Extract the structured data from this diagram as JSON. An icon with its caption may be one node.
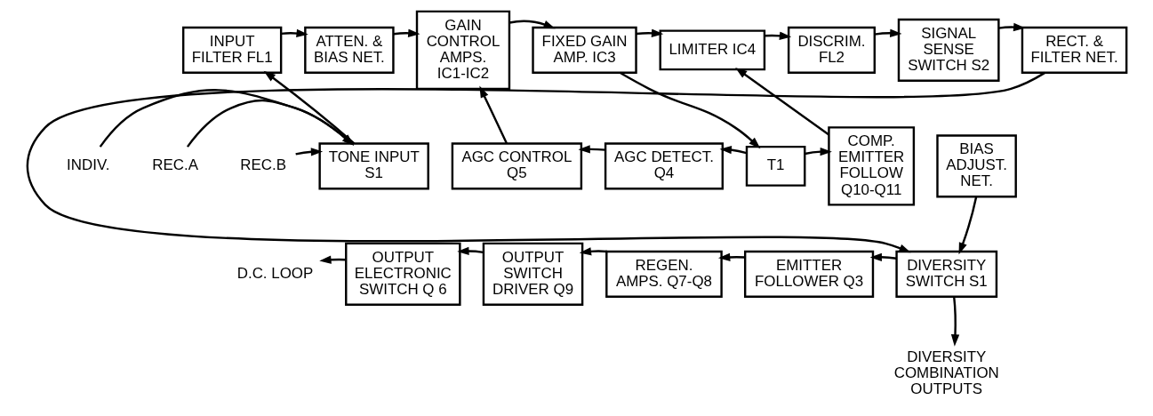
{
  "diagram": {
    "nodes": [
      {
        "text": [
          "INPUT FILTER FL1"
        ]
      },
      {
        "text": [
          "ATTEN. & BIAS NET."
        ]
      },
      {
        "text": [
          "GAIN CONTROL AMPS. IC1-IC2"
        ]
      },
      {
        "text": [
          "FIXED GAIN AMP. IC3"
        ]
      },
      {
        "text": [
          "LIMITER IC4"
        ]
      },
      {
        "text": [
          "DISCRIM. FL2"
        ]
      },
      {
        "text": [
          "SIGNAL SENSE SWITCH S2"
        ]
      },
      {
        "text": [
          "RECT. & FILTER NET."
        ]
      },
      {
        "text": [
          "INDIV."
        ]
      },
      {
        "text": [
          "REC.A"
        ]
      },
      {
        "text": [
          "REC.B"
        ]
      },
      {
        "text": [
          "TONE INPUT S1"
        ]
      },
      {
        "text": [
          "AGC CONTROL Q5"
        ]
      },
      {
        "text": [
          "AGC DETECT. Q4"
        ]
      },
      {
        "text": [
          "T1"
        ]
      },
      {
        "text": [
          "COMP. EMITTER FOLLOW Q10-Q11"
        ]
      },
      {
        "text": [
          "BIAS ADJUST. NET."
        ]
      },
      {
        "text": [
          "D.C. LOOP"
        ]
      },
      {
        "text": [
          "OUTPUT ELECTRONIC SWITCH Q 6"
        ]
      },
      {
        "text": [
          "OUTPUT SWITCH DRIVER Q9"
        ]
      },
      {
        "text": [
          "REGEN. AMPS. Q7-Q8"
        ]
      },
      {
        "text": [
          "EMITTER FOLLOWER Q3"
        ]
      },
      {
        "text": [
          "DIVERSITY SWITCH S1"
        ]
      },
      {
        "text": [
          "DIVERSITY COMBINATION OUTPUTS"
        ]
      }
    ],
    "edges": [
      {
        "from": 0,
        "to": 1,
        "arrow": "to"
      },
      {
        "from": 1,
        "to": 2,
        "arrow": "to"
      },
      {
        "from": 2,
        "to": 3,
        "arrow": "to"
      },
      {
        "from": 3,
        "to": 4,
        "arrow": "to"
      },
      {
        "from": 3,
        "to": 14,
        "arrow": "to"
      },
      {
        "from": 4,
        "to": 5,
        "arrow": "to"
      },
      {
        "from": 5,
        "to": 6,
        "arrow": "to"
      },
      {
        "from": 6,
        "to": 7,
        "arrow": "to"
      },
      {
        "from": 7,
        "to": 22,
        "arrow": "to"
      },
      {
        "from": 8,
        "to": 11,
        "arrow": "to"
      },
      {
        "from": 9,
        "to": 11,
        "arrow": "to"
      },
      {
        "from": 10,
        "to": 11,
        "arrow": "to"
      },
      {
        "from": 11,
        "to": 0,
        "arrow": "to"
      },
      {
        "from": 12,
        "to": 2,
        "arrow": "to"
      },
      {
        "from": 13,
        "to": 12,
        "arrow": "to"
      },
      {
        "from": 14,
        "to": 13,
        "arrow": "to"
      },
      {
        "from": 14,
        "to": 15,
        "arrow": "to"
      },
      {
        "from": 15,
        "to": 4,
        "arrow": "to"
      },
      {
        "from": 16,
        "to": 22,
        "arrow": "to"
      },
      {
        "from": 22,
        "to": 21,
        "arrow": "to"
      },
      {
        "from": 21,
        "to": 20,
        "arrow": "to"
      },
      {
        "from": 20,
        "to": 19,
        "arrow": "to"
      },
      {
        "from": 19,
        "to": 18,
        "arrow": "to"
      },
      {
        "from": 18,
        "to": 17,
        "arrow": "to"
      },
      {
        "from": 22,
        "to": 23,
        "arrow": "to"
      }
    ]
  }
}
